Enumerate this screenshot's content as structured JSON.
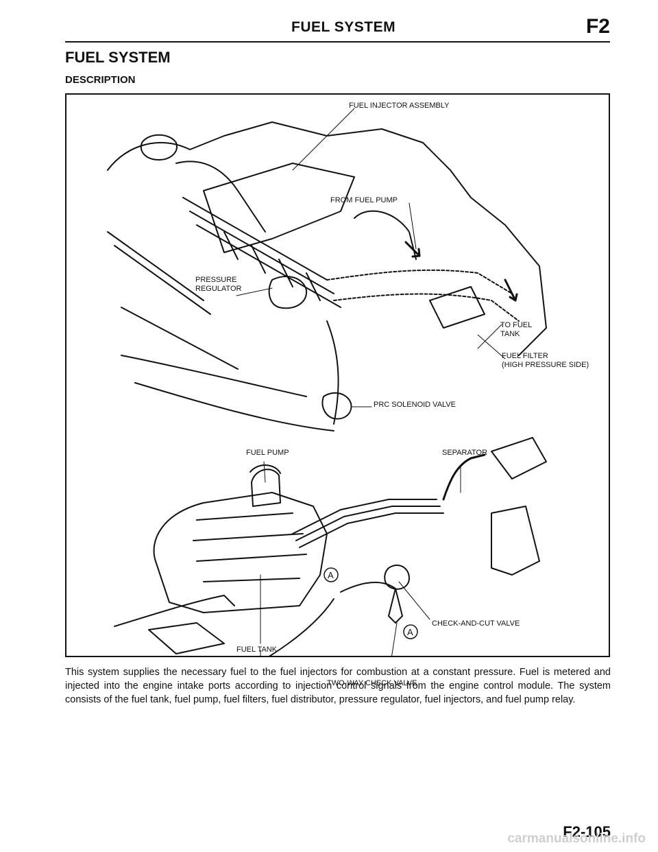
{
  "header": {
    "title": "FUEL SYSTEM",
    "code": "F2"
  },
  "section_title": "FUEL SYSTEM",
  "subsection_title": "DESCRIPTION",
  "callouts": {
    "fuel_injector_assembly": "FUEL INJECTOR ASSEMBLY",
    "from_fuel_pump": "FROM FUEL PUMP",
    "pressure_regulator": "PRESSURE\nREGULATOR",
    "to_fuel_tank": "TO FUEL\nTANK",
    "fuel_filter": "FUEL FILTER\n(HIGH PRESSURE SIDE)",
    "prc_solenoid_valve": "PRC SOLENOID VALVE",
    "fuel_pump": "FUEL PUMP",
    "separator": "SEPARATOR",
    "check_and_cut_valve": "CHECK-AND-CUT VALVE",
    "two_way_check_valve": "TWO-WAY CHECK VALVE",
    "fuel_tank": "FUEL TANK",
    "marker_a": "A"
  },
  "body_text": "This system supplies the necessary fuel to the fuel injectors for combustion at a constant pressure. Fuel is metered and injected into the engine intake ports according to injection control signals from the engine control module. The system consists of the fuel tank, fuel pump, fuel filters, fuel distributor, pressure regulator, fuel injectors, and fuel pump relay.",
  "page_number": "F2-105",
  "watermark": "carmanualsonline.info"
}
